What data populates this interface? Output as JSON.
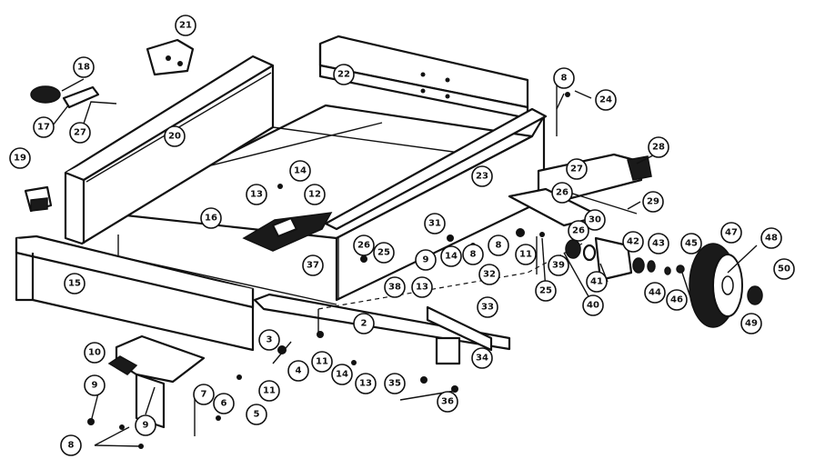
{
  "diagram": {
    "callouts": [
      {
        "id": "c1",
        "label": "21"
      },
      {
        "id": "c2",
        "label": "22"
      },
      {
        "id": "c3",
        "label": "18"
      },
      {
        "id": "c4",
        "label": "17"
      },
      {
        "id": "c5",
        "label": "27"
      },
      {
        "id": "c6",
        "label": "20"
      },
      {
        "id": "c7",
        "label": "19"
      },
      {
        "id": "c8",
        "label": "14"
      },
      {
        "id": "c9",
        "label": "13"
      },
      {
        "id": "c10",
        "label": "12"
      },
      {
        "id": "c11",
        "label": "16"
      },
      {
        "id": "c12",
        "label": "15"
      },
      {
        "id": "c13",
        "label": "8"
      },
      {
        "id": "c14",
        "label": "24"
      },
      {
        "id": "c15",
        "label": "23"
      },
      {
        "id": "c16",
        "label": "27"
      },
      {
        "id": "c17",
        "label": "28"
      },
      {
        "id": "c18",
        "label": "26"
      },
      {
        "id": "c19",
        "label": "29"
      },
      {
        "id": "c20",
        "label": "30"
      },
      {
        "id": "c21",
        "label": "31"
      },
      {
        "id": "c22",
        "label": "26"
      },
      {
        "id": "c23",
        "label": "25"
      },
      {
        "id": "c24",
        "label": "9"
      },
      {
        "id": "c25",
        "label": "14"
      },
      {
        "id": "c26",
        "label": "8"
      },
      {
        "id": "c27",
        "label": "8"
      },
      {
        "id": "c28",
        "label": "11"
      },
      {
        "id": "c29",
        "label": "37"
      },
      {
        "id": "c30",
        "label": "38"
      },
      {
        "id": "c31",
        "label": "13"
      },
      {
        "id": "c32",
        "label": "32"
      },
      {
        "id": "c33",
        "label": "33"
      },
      {
        "id": "c34",
        "label": "25"
      },
      {
        "id": "c35",
        "label": "39"
      },
      {
        "id": "c36",
        "label": "26"
      },
      {
        "id": "c37",
        "label": "42"
      },
      {
        "id": "c38",
        "label": "43"
      },
      {
        "id": "c39",
        "label": "45"
      },
      {
        "id": "c40",
        "label": "47"
      },
      {
        "id": "c41",
        "label": "48"
      },
      {
        "id": "c42",
        "label": "41"
      },
      {
        "id": "c43",
        "label": "40"
      },
      {
        "id": "c44",
        "label": "44"
      },
      {
        "id": "c45",
        "label": "46"
      },
      {
        "id": "c46",
        "label": "50"
      },
      {
        "id": "c47",
        "label": "49"
      },
      {
        "id": "c48",
        "label": "2"
      },
      {
        "id": "c49",
        "label": "34"
      },
      {
        "id": "c50",
        "label": "3"
      },
      {
        "id": "c51",
        "label": "4"
      },
      {
        "id": "c52",
        "label": "11"
      },
      {
        "id": "c53",
        "label": "14"
      },
      {
        "id": "c54",
        "label": "13"
      },
      {
        "id": "c55",
        "label": "35"
      },
      {
        "id": "c56",
        "label": "36"
      },
      {
        "id": "c57",
        "label": "10"
      },
      {
        "id": "c58",
        "label": "11"
      },
      {
        "id": "c59",
        "label": "9"
      },
      {
        "id": "c60",
        "label": "7"
      },
      {
        "id": "c61",
        "label": "6"
      },
      {
        "id": "c62",
        "label": "5"
      },
      {
        "id": "c63",
        "label": "9"
      },
      {
        "id": "c64",
        "label": "8"
      }
    ]
  }
}
